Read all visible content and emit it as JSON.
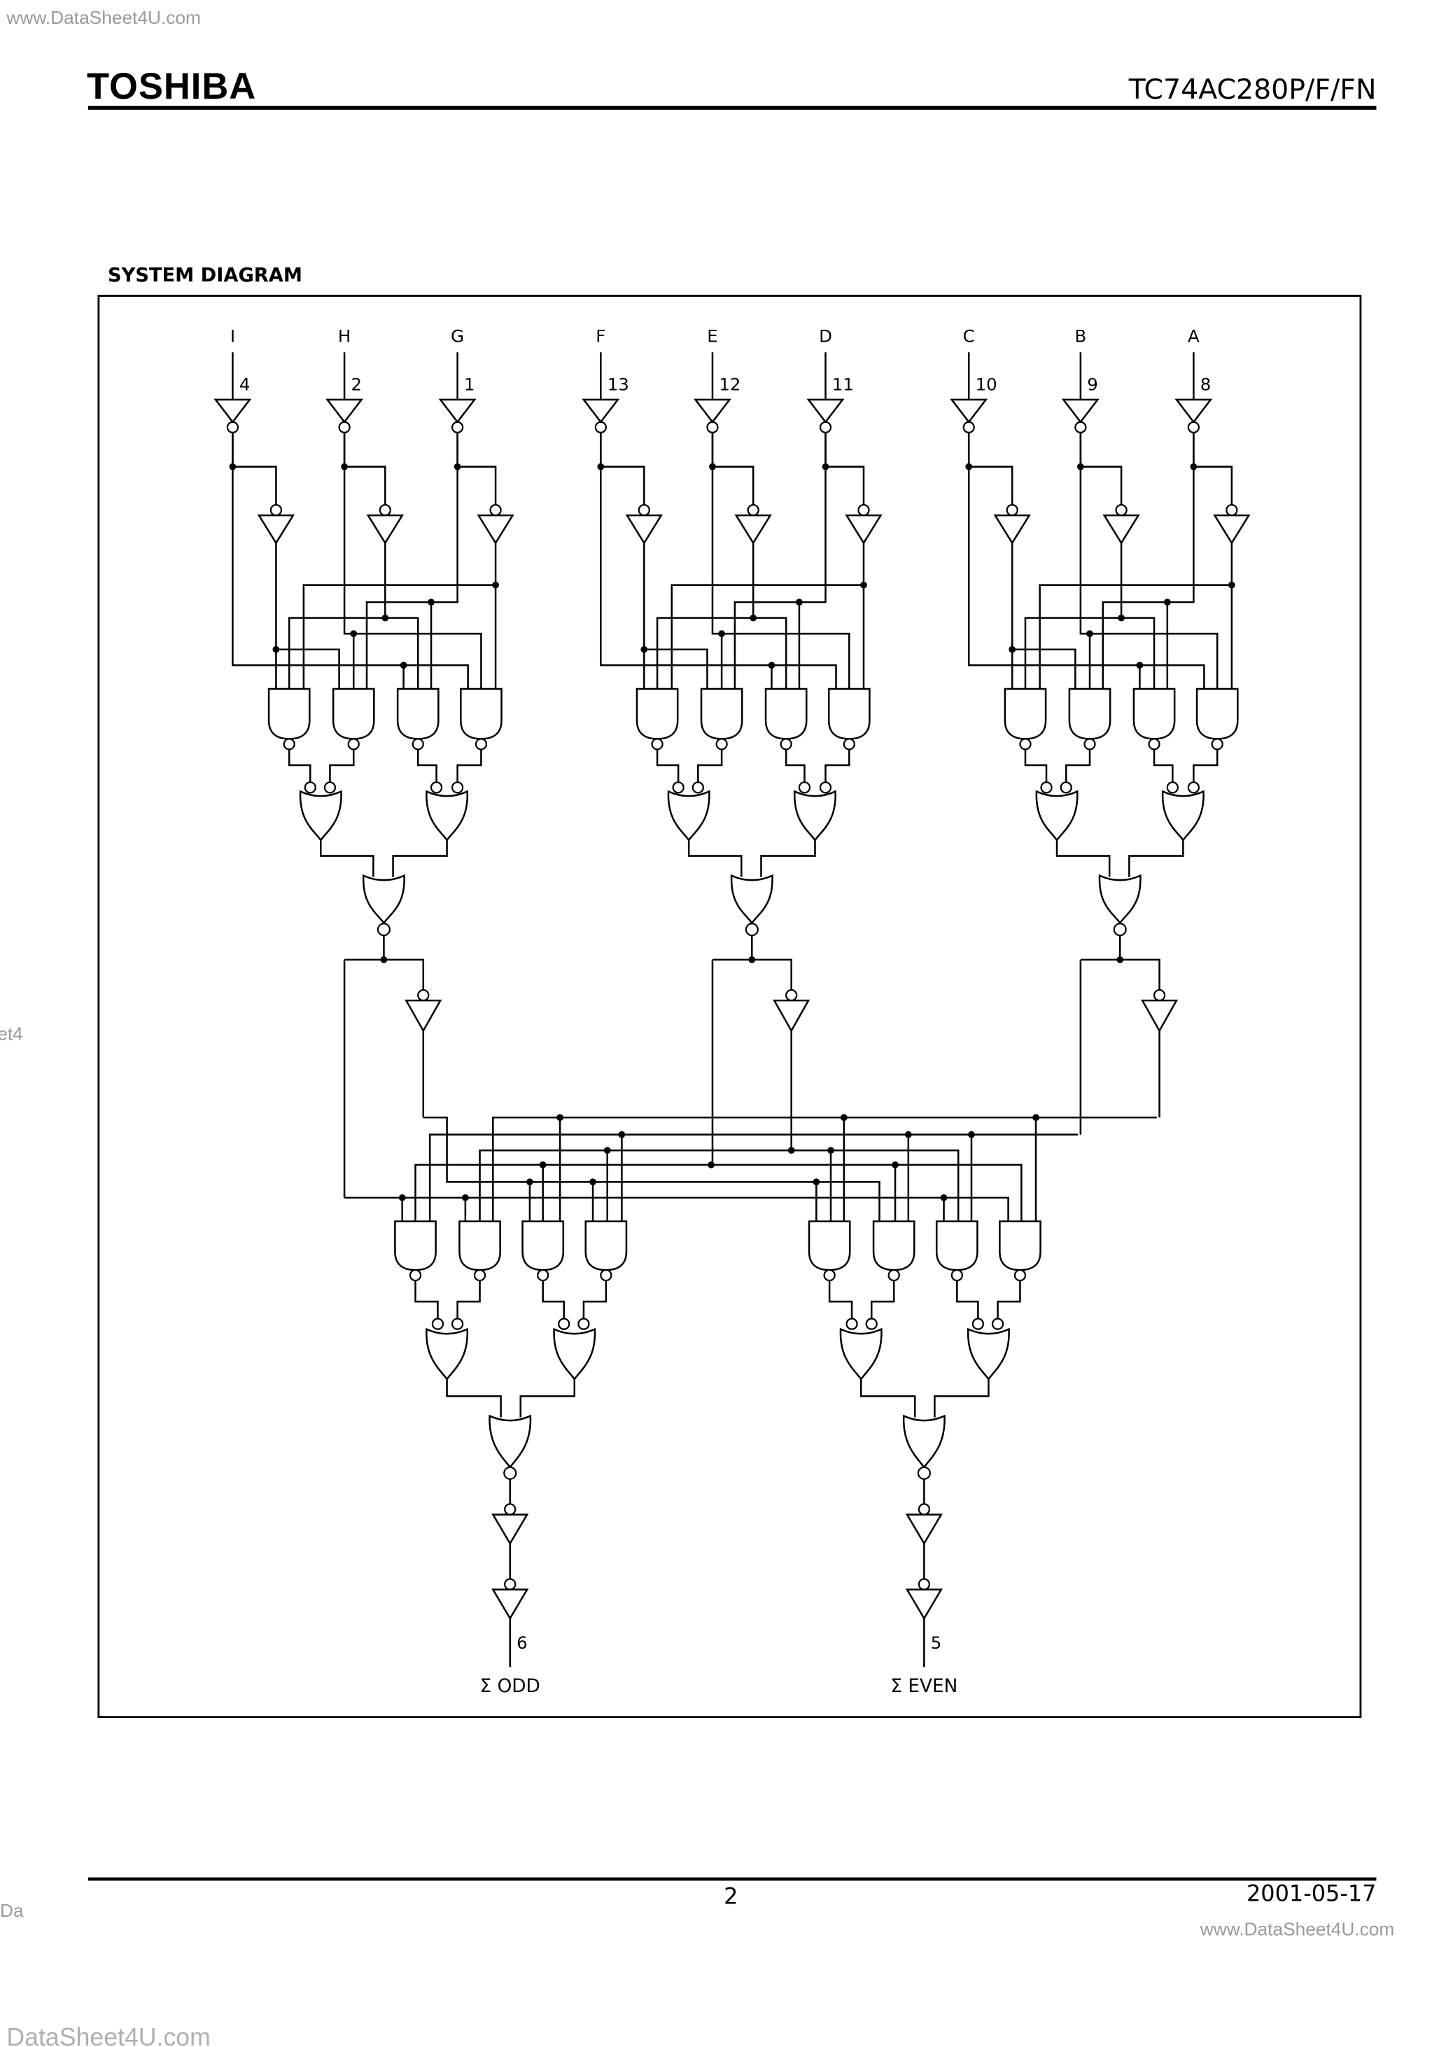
{
  "header": {
    "logo": "TOSHIBA",
    "part_number": "TC74AC280P/F/FN"
  },
  "section_title": "SYSTEM DIAGRAM",
  "diagram": {
    "inputs": [
      {
        "label": "I",
        "pin": "4"
      },
      {
        "label": "H",
        "pin": "2"
      },
      {
        "label": "G",
        "pin": "1"
      },
      {
        "label": "F",
        "pin": "13"
      },
      {
        "label": "E",
        "pin": "12"
      },
      {
        "label": "D",
        "pin": "11"
      },
      {
        "label": "C",
        "pin": "10"
      },
      {
        "label": "B",
        "pin": "9"
      },
      {
        "label": "A",
        "pin": "8"
      }
    ],
    "outputs": [
      {
        "label": "Σ ODD",
        "pin": "6"
      },
      {
        "label": "Σ EVEN",
        "pin": "5"
      }
    ]
  },
  "footer": {
    "page_number": "2",
    "date": "2001-05-17"
  },
  "watermarks": {
    "top_left": "www.DataSheet4U.com",
    "left_middle": "et4",
    "left_bottom": "Da",
    "bottom_right": "www.DataSheet4U.com",
    "bottom_left": "DataSheet4U.com"
  }
}
